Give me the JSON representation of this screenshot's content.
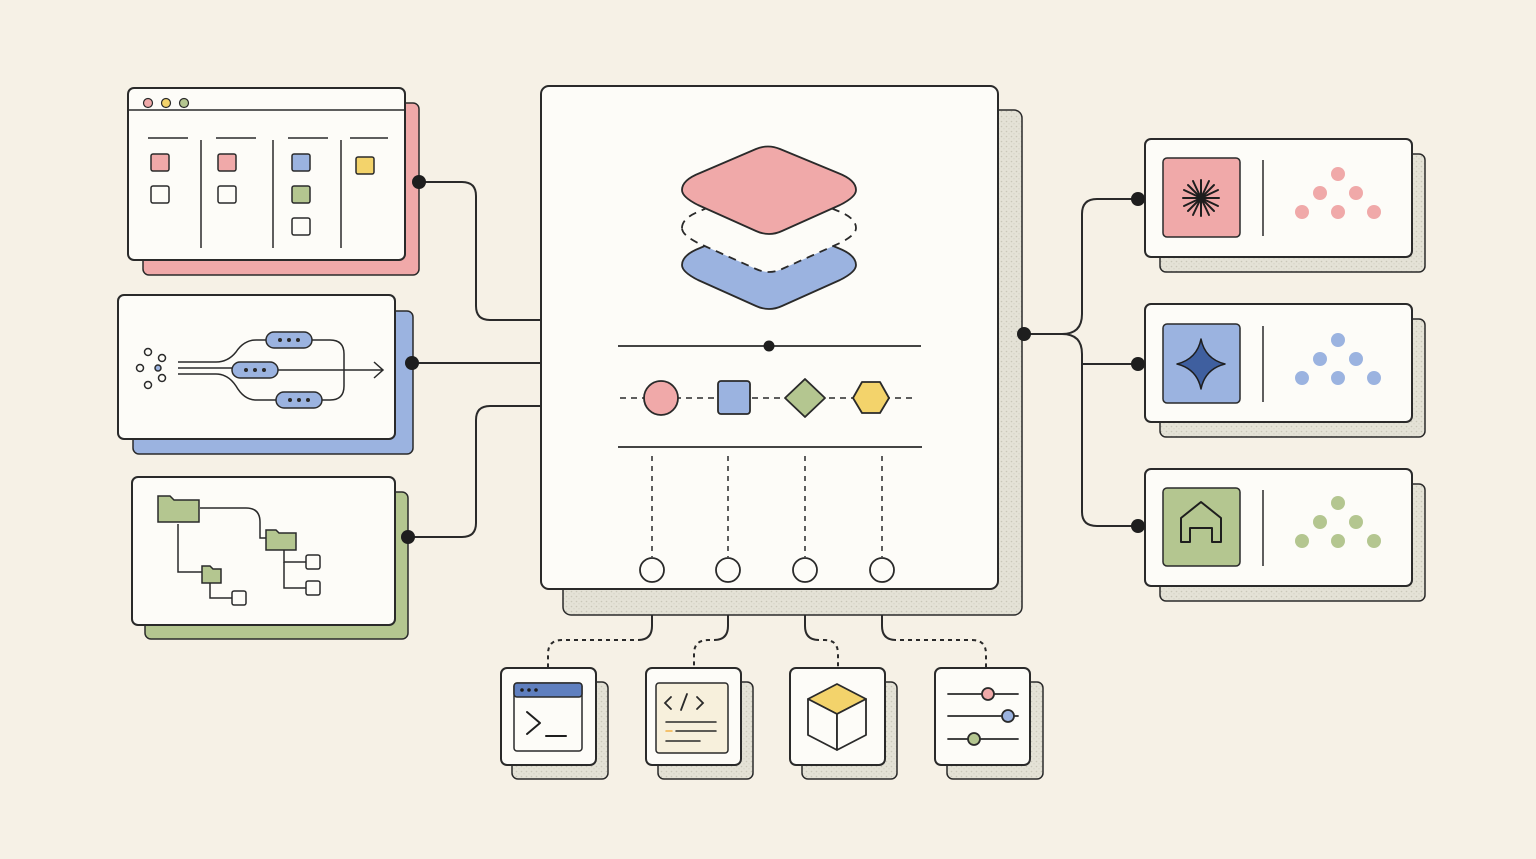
{
  "colors": {
    "background": "#f6f1e6",
    "panel": "#fdfcf8",
    "ink": "#222222",
    "pink": "#f0a9a9",
    "blue": "#9bb3e0",
    "green": "#b4c690",
    "yellow": "#f3d36b",
    "grey_shadow": "#deddd0",
    "yellow_icon": "#f3d36b",
    "terminal_bar": "#5f7fbf"
  },
  "left_panels": [
    {
      "name": "kanban-board",
      "accent": "pink",
      "icon": "kanban-board-icon"
    },
    {
      "name": "pipeline-flow",
      "accent": "blue",
      "icon": "pipeline-flow-icon"
    },
    {
      "name": "folder-tree",
      "accent": "green",
      "icon": "folder-tree-icon"
    }
  ],
  "central_hub": {
    "icons": [
      "layer-stack-icon",
      "circle-shape-icon",
      "square-shape-icon",
      "diamond-shape-icon",
      "hexagon-shape-icon"
    ]
  },
  "right_cards": [
    {
      "name": "spark-card",
      "accent": "pink",
      "icon": "asterisk-burst-icon"
    },
    {
      "name": "star-card",
      "accent": "blue",
      "icon": "four-point-star-icon"
    },
    {
      "name": "home-card",
      "accent": "green",
      "icon": "house-icon"
    }
  ],
  "bottom_tiles": [
    {
      "name": "terminal-tile",
      "icon": "terminal-icon"
    },
    {
      "name": "code-tile",
      "icon": "code-document-icon"
    },
    {
      "name": "cube-tile",
      "icon": "cube-icon"
    },
    {
      "name": "sliders-tile",
      "icon": "sliders-icon"
    }
  ]
}
